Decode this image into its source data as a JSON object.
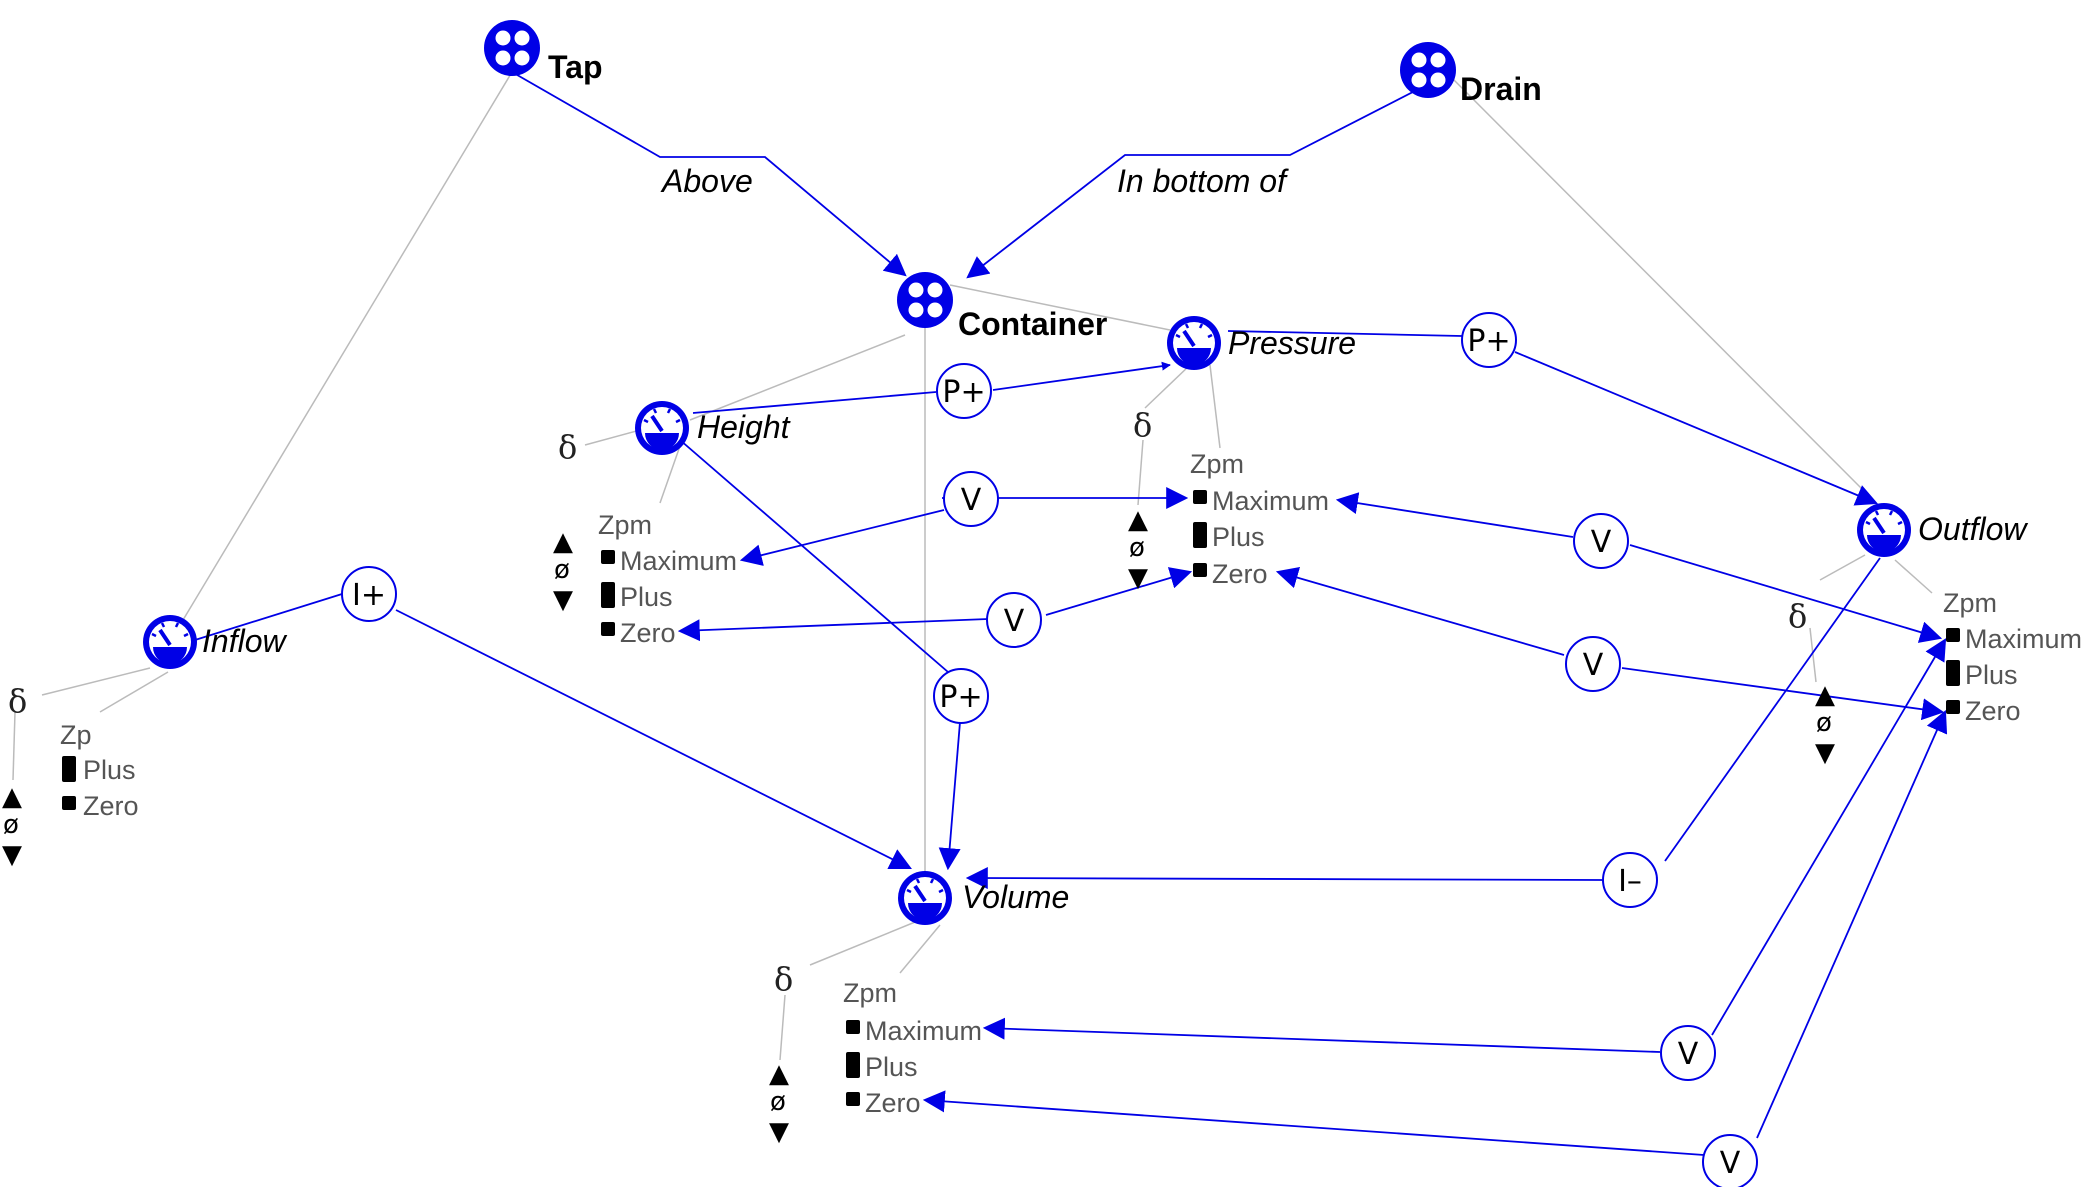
{
  "entities": {
    "tap": "Tap",
    "drain": "Drain",
    "container": "Container"
  },
  "configurations": {
    "above": "Above",
    "in_bottom_of": "In bottom of"
  },
  "quantities": {
    "inflow": "Inflow",
    "height": "Height",
    "pressure": "Pressure",
    "volume": "Volume",
    "outflow": "Outflow"
  },
  "quantity_spaces": {
    "inflow": {
      "name": "Zp",
      "values": [
        "Plus",
        "Zero"
      ]
    },
    "height": {
      "name": "Zpm",
      "values": [
        "Maximum",
        "Plus",
        "Zero"
      ]
    },
    "pressure": {
      "name": "Zpm",
      "values": [
        "Maximum",
        "Plus",
        "Zero"
      ]
    },
    "volume": {
      "name": "Zpm",
      "values": [
        "Maximum",
        "Plus",
        "Zero"
      ]
    },
    "outflow": {
      "name": "Zpm",
      "values": [
        "Maximum",
        "Plus",
        "Zero"
      ]
    }
  },
  "derivative": {
    "delta": "δ",
    "up": "▲",
    "zero": "ø",
    "down": "▼"
  },
  "dependencies": {
    "p_plus": "P+",
    "i_plus": "I+",
    "i_minus": "I–",
    "v": "V"
  },
  "colors": {
    "relation": "#0000e6",
    "connector": "#bbbbbb",
    "icon": "#0000e6"
  }
}
